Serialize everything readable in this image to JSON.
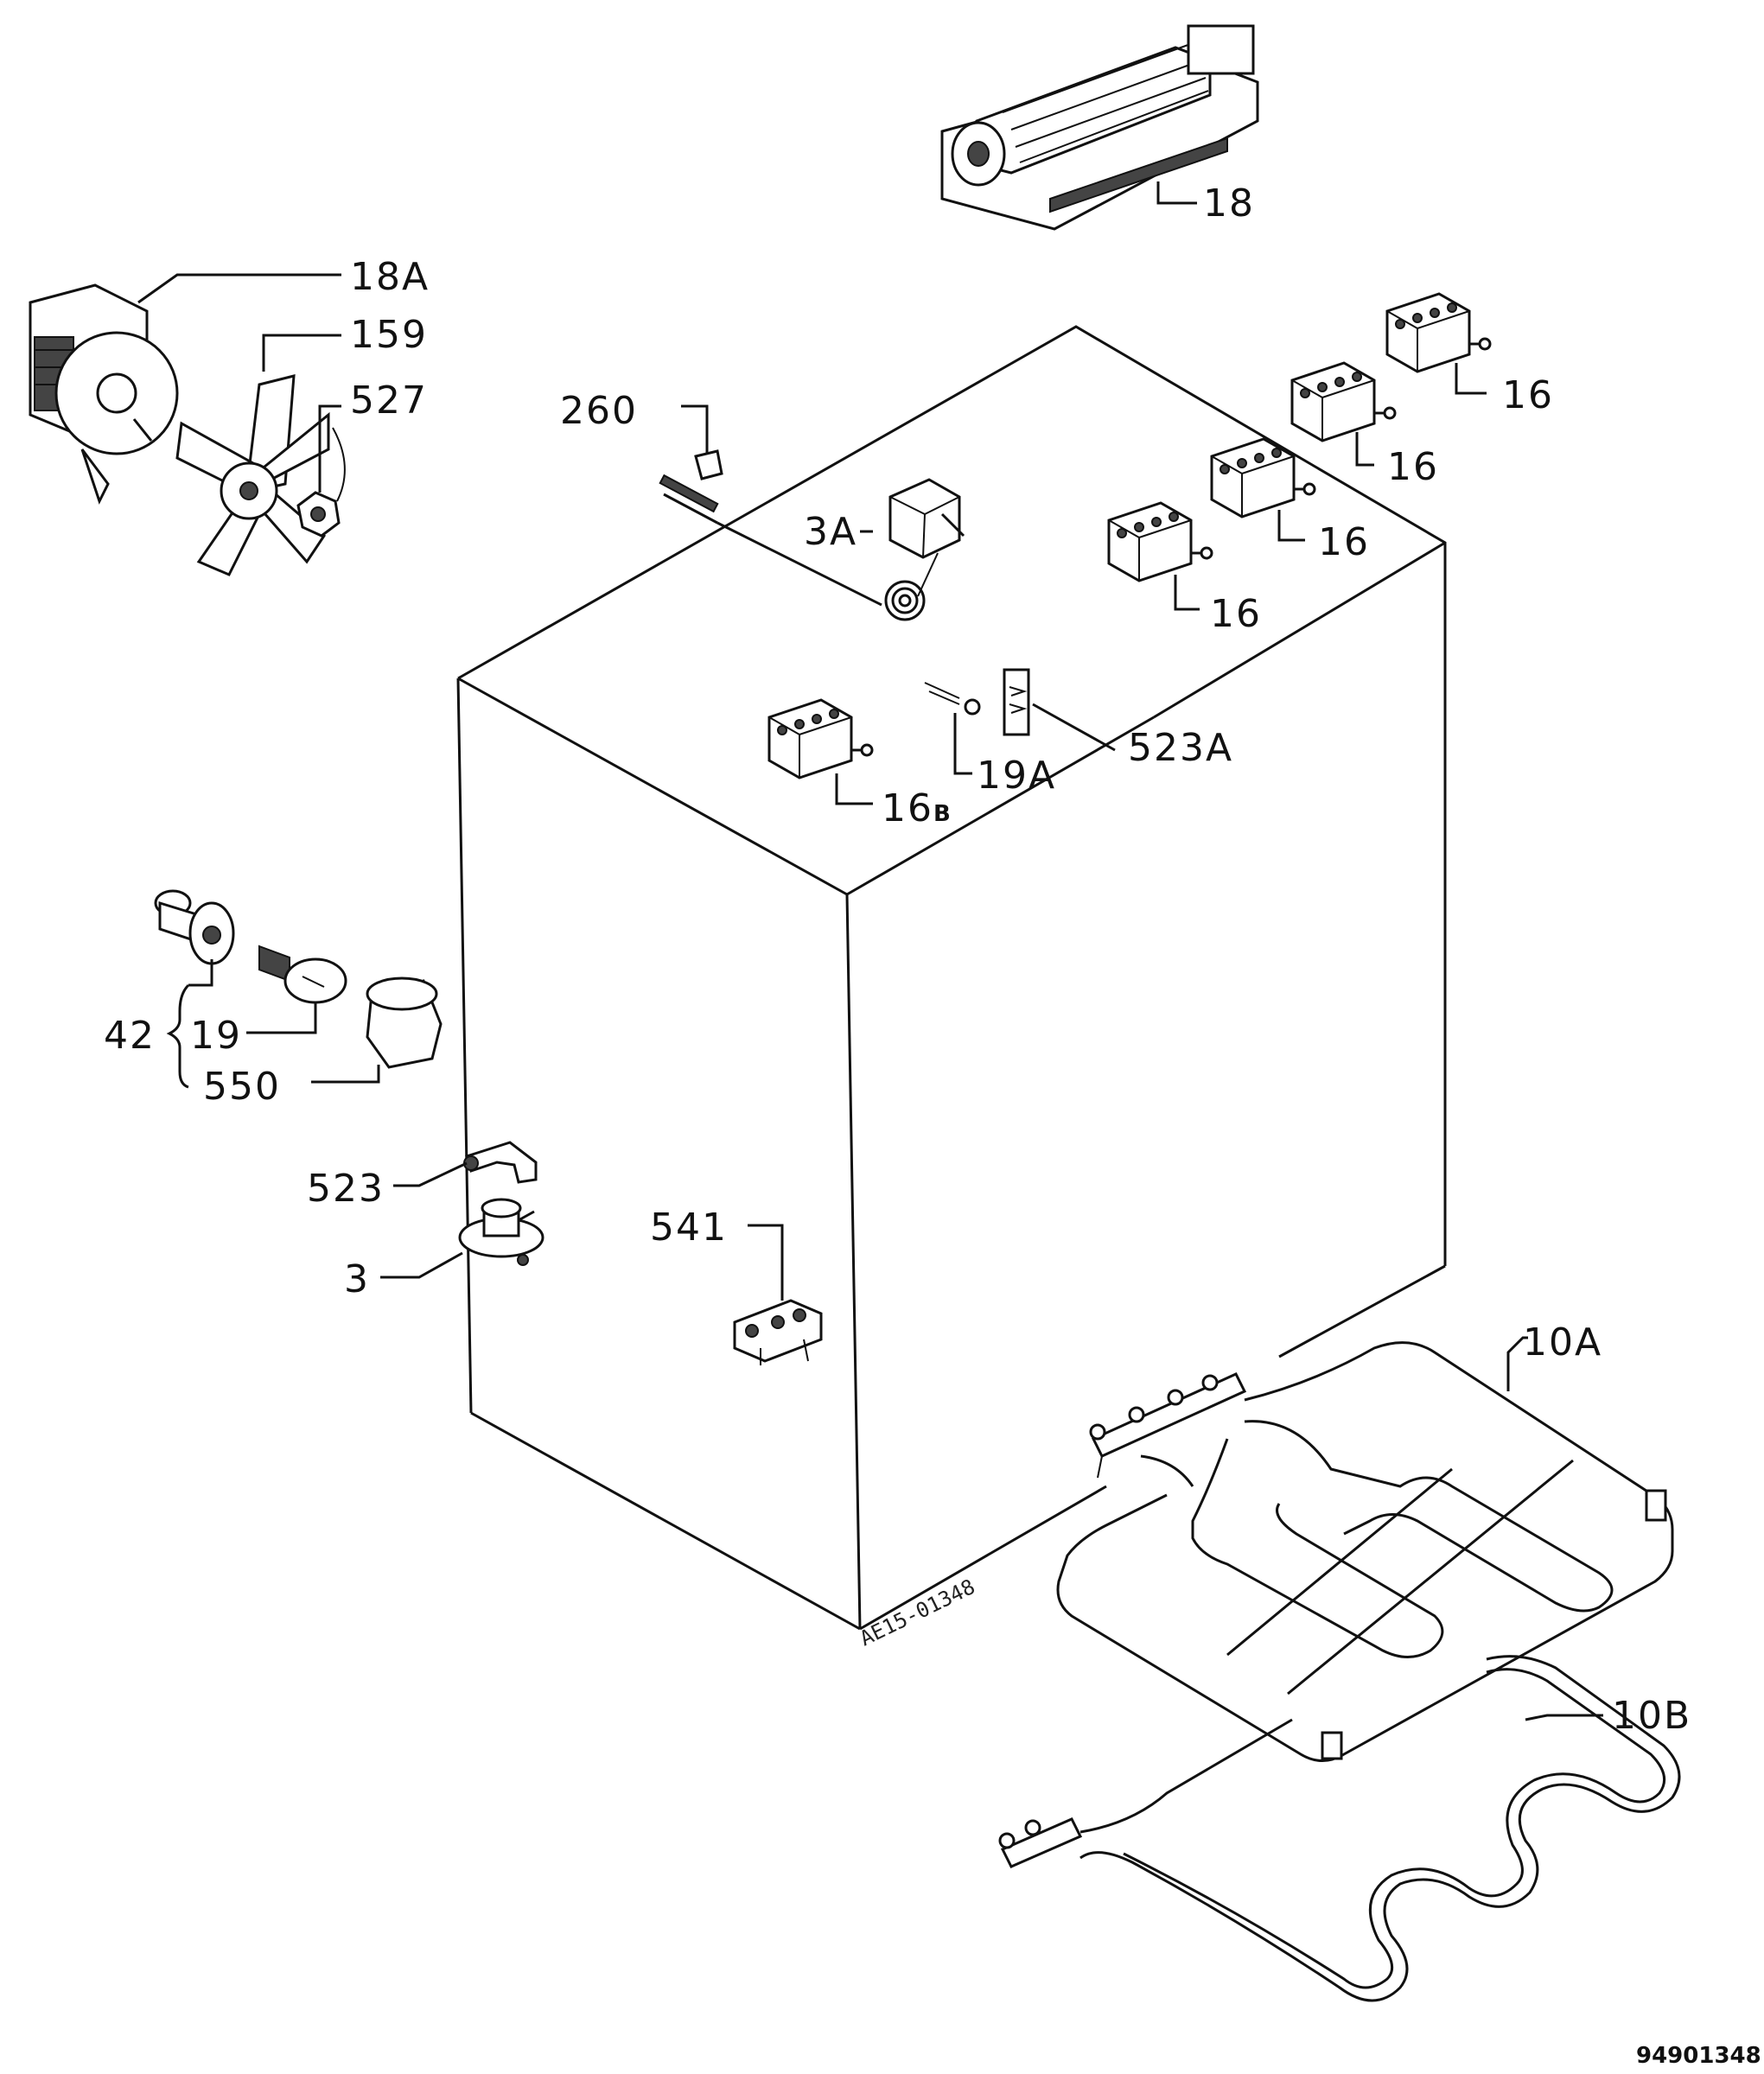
{
  "labels": {
    "p18": "18",
    "p18a": "18A",
    "p159": "159",
    "p527": "527",
    "p260": "260",
    "p3a": "3A",
    "p16_1": "16",
    "p16_2": "16",
    "p16_3": "16",
    "p16_4": "16",
    "p16b_num": "16",
    "p16b_suf": "B",
    "p19a": "19A",
    "p523a": "523A",
    "p42": "42",
    "p19": "19",
    "p550": "550",
    "p523": "523",
    "p3": "3",
    "p541": "541",
    "p10a": "10A",
    "p10b": "10B"
  },
  "drawing_code": "AE15-01348",
  "figure_number": "94901348"
}
